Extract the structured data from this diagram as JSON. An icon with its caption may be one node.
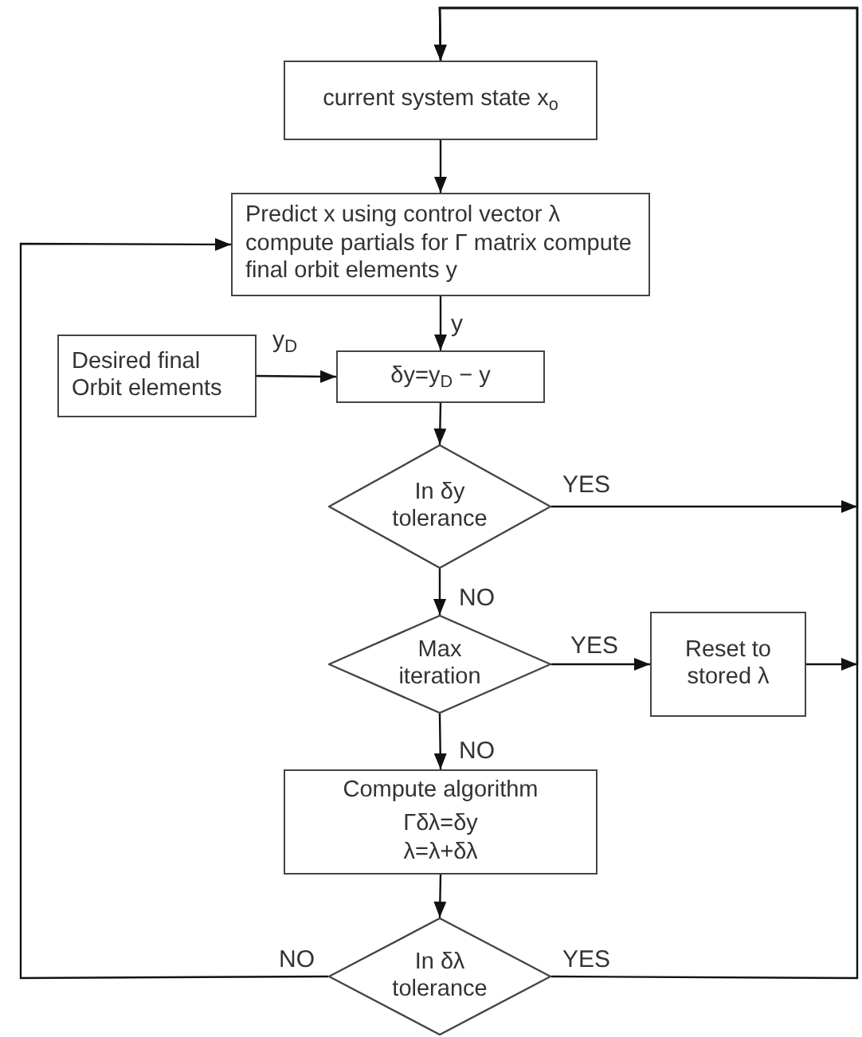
{
  "diagram": {
    "nodes": [
      {
        "text": [
          "current system state x$_{o}$"
        ]
      },
      {
        "text": [
          "Predict x using control vector λ compute partials for Γ matrix compute final orbit elements y"
        ]
      },
      {
        "text": [
          "Desired final Orbit elements"
        ]
      },
      {
        "text": [
          "δy=y$_{D}$ − y"
        ]
      },
      {
        "text": [
          "In δy tolerance"
        ]
      },
      {
        "text": [
          "Max iteration"
        ]
      },
      {
        "text": [
          "Reset to stored λ"
        ]
      },
      {
        "text": [
          "Compute algorithm",
          "Γδλ=δy λ=λ+δλ"
        ]
      },
      {
        "text": [
          "In δλ tolerance"
        ]
      }
    ],
    "edges": [
      {
        "from": 0,
        "to": 1,
        "arrow": "to"
      },
      {
        "from": 1,
        "to": 3,
        "arrow": "to",
        "label": "y"
      },
      {
        "from": 2,
        "to": 3,
        "arrow": "to",
        "label": "y$_{D}$"
      },
      {
        "from": 3,
        "to": 4,
        "arrow": "to"
      },
      {
        "from": 4,
        "to": 0,
        "arrow": "to",
        "label": "YES"
      },
      {
        "from": 4,
        "to": 5,
        "arrow": "to",
        "label": "NO"
      },
      {
        "from": 5,
        "to": 6,
        "arrow": "to",
        "label": "YES"
      },
      {
        "from": 6,
        "to": 0,
        "arrow": "to"
      },
      {
        "from": 5,
        "to": 7,
        "arrow": "to",
        "label": "NO"
      },
      {
        "from": 7,
        "to": 8,
        "arrow": "to"
      },
      {
        "from": 8,
        "to": 1,
        "arrow": "to",
        "label": "NO"
      },
      {
        "from": 8,
        "to": 0,
        "arrow": "to",
        "label": "YES"
      }
    ]
  }
}
